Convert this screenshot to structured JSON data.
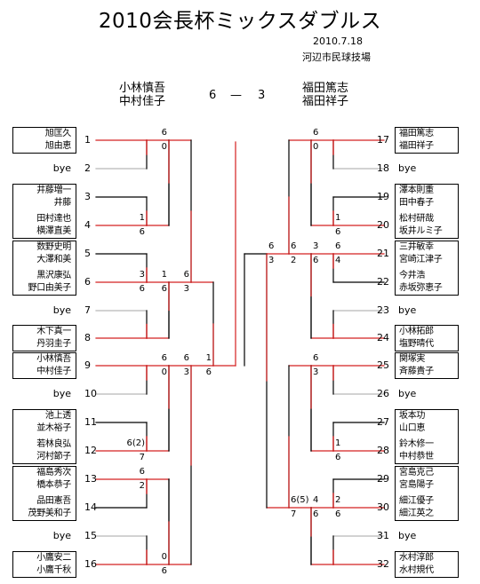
{
  "title": "2010会長杯ミックスダブルス",
  "date": "2010.7.18",
  "venue": "河辺市民球技場",
  "final": {
    "left_players": [
      "小林慎吾",
      "中村佳子"
    ],
    "right_players": [
      "福田篤志",
      "福田祥子"
    ],
    "score_left": "6",
    "separator": "—",
    "score_right": "3"
  },
  "colors": {
    "winner_line": "#d42020",
    "normal_line": "#000000",
    "bye_line": "#b8b8b8"
  },
  "left_entries": [
    {
      "no": "1",
      "players": [
        "旭匡久",
        "旭由恵"
      ]
    },
    {
      "no": "2",
      "bye": "bye"
    },
    {
      "no": "3",
      "players": [
        "井藤増一",
        "井藤"
      ]
    },
    {
      "no": "4",
      "players": [
        "田村達也",
        "横澤直美"
      ]
    },
    {
      "no": "5",
      "players": [
        "数野史明",
        "大澤和美"
      ]
    },
    {
      "no": "6",
      "players": [
        "黒沢康弘",
        "野口由美子"
      ]
    },
    {
      "no": "7",
      "bye": "bye"
    },
    {
      "no": "8",
      "players": [
        "木下真一",
        "丹羽圭子"
      ]
    },
    {
      "no": "9",
      "players": [
        "小林慎吾",
        "中村佳子"
      ]
    },
    {
      "no": "10",
      "bye": "bye"
    },
    {
      "no": "11",
      "players": [
        "池上透",
        "並木裕子"
      ]
    },
    {
      "no": "12",
      "players": [
        "若林良弘",
        "河村節子"
      ]
    },
    {
      "no": "13",
      "players": [
        "福島秀次",
        "橋本恭子"
      ]
    },
    {
      "no": "14",
      "players": [
        "品田憲吾",
        "茂野美和子"
      ]
    },
    {
      "no": "15",
      "bye": "bye"
    },
    {
      "no": "16",
      "players": [
        "小鷹安二",
        "小鷹千秋"
      ]
    }
  ],
  "right_entries": [
    {
      "no": "17",
      "players": [
        "福田篤志",
        "福田祥子"
      ]
    },
    {
      "no": "18",
      "bye": "bye"
    },
    {
      "no": "19",
      "players": [
        "澤本則重",
        "田中春子"
      ]
    },
    {
      "no": "20",
      "players": [
        "松村研哉",
        "坂井ルミ子"
      ]
    },
    {
      "no": "21",
      "players": [
        "三井敏幸",
        "宮崎江津子"
      ]
    },
    {
      "no": "22",
      "players": [
        "今井浩",
        "赤坂弥恵子"
      ]
    },
    {
      "no": "23",
      "bye": "bye"
    },
    {
      "no": "24",
      "players": [
        "小林拓郎",
        "塩野晴代"
      ]
    },
    {
      "no": "25",
      "players": [
        "関塚実",
        "斉藤貴子"
      ]
    },
    {
      "no": "26",
      "bye": "bye"
    },
    {
      "no": "27",
      "players": [
        "坂本功",
        "山口恵"
      ]
    },
    {
      "no": "28",
      "players": [
        "鈴木修一",
        "中村恭世"
      ]
    },
    {
      "no": "29",
      "players": [
        "宮島克己",
        "宮島陽子"
      ]
    },
    {
      "no": "30",
      "players": [
        "細江優子",
        "細江英之"
      ]
    },
    {
      "no": "31",
      "bye": "bye"
    },
    {
      "no": "32",
      "players": [
        "水村淳郎",
        "水村規代"
      ]
    }
  ],
  "scores": {
    "L_r1": [
      [
        "",
        ""
      ],
      [
        "1",
        "6"
      ],
      [
        "3",
        "6"
      ],
      [
        "",
        ""
      ],
      [
        "",
        ""
      ],
      [
        "6(2)",
        "7"
      ],
      [
        "6",
        "2"
      ],
      [
        "",
        ""
      ]
    ],
    "L_r2": [
      [
        "6",
        "0"
      ],
      [
        "1",
        "6"
      ],
      [
        "6",
        "0"
      ],
      [
        "0",
        "6"
      ]
    ],
    "L_r3": [
      [
        "6",
        "3"
      ],
      [
        "6",
        "3"
      ]
    ],
    "L_sf": [
      "1",
      "6"
    ],
    "R_r1": [
      [
        "",
        ""
      ],
      [
        "1",
        "6"
      ],
      [
        "6",
        "4"
      ],
      [
        "",
        ""
      ],
      [
        "",
        ""
      ],
      [
        "1",
        "6"
      ],
      [
        "2",
        "6"
      ],
      [
        "",
        ""
      ]
    ],
    "R_r2": [
      [
        "6",
        "0"
      ],
      [
        "3",
        "6"
      ],
      [
        "6",
        "3"
      ],
      [
        "4",
        "6"
      ]
    ],
    "R_r3": [
      [
        "6",
        "2"
      ],
      [
        "6(5)",
        "7"
      ]
    ],
    "R_sf": [
      "6",
      "3"
    ]
  }
}
